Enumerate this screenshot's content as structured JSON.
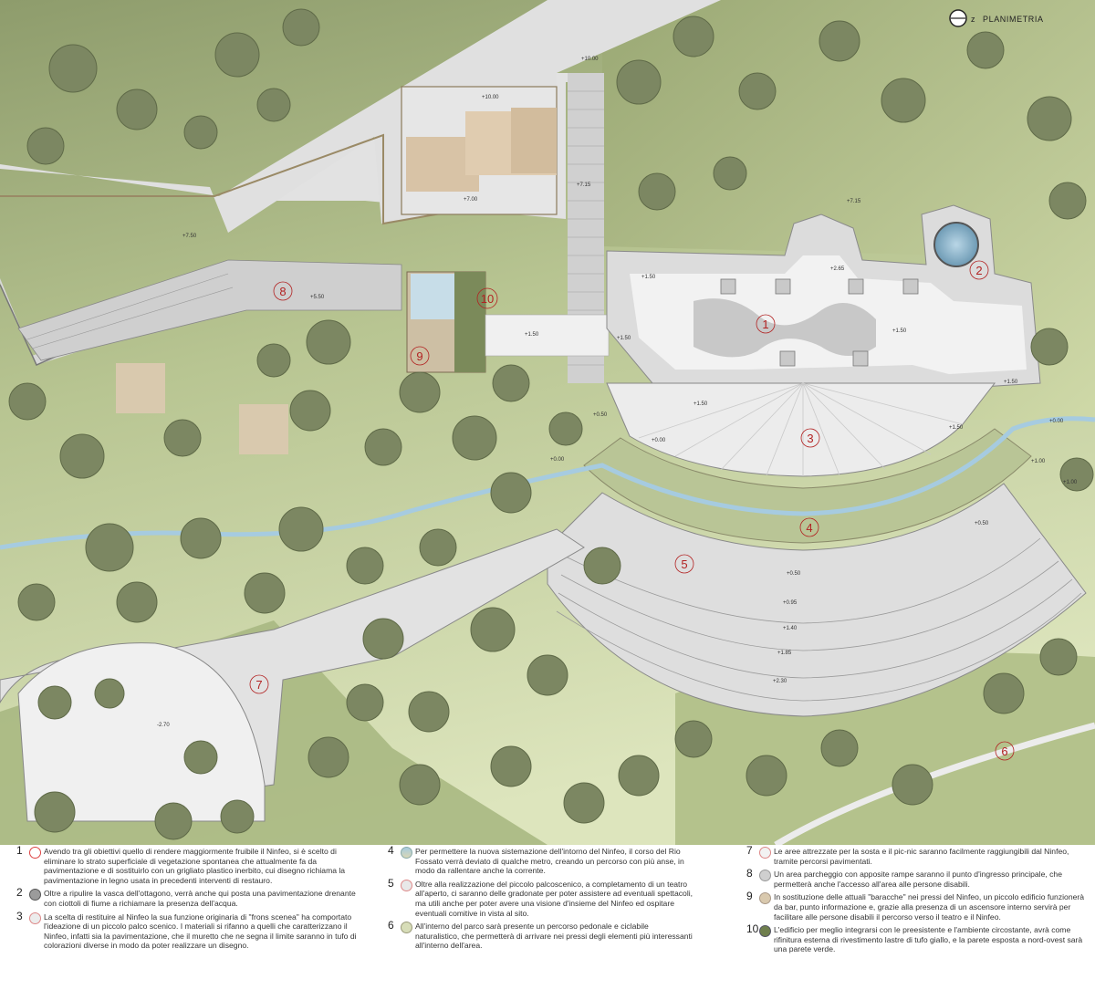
{
  "header": {
    "title": "PLANIMETRIA",
    "compass_letter": "z"
  },
  "colors": {
    "grass_dark": "#8a9a68",
    "grass_light": "#dfe6c0",
    "tree": "#7e8a63",
    "paving": "#e4e4e4",
    "stream": "#a6cbe0",
    "accent_red": "#b22222"
  },
  "levels": [
    {
      "id": "l1",
      "text": "+10.00"
    },
    {
      "id": "l2",
      "text": "+10.00"
    },
    {
      "id": "l3",
      "text": "+7.00"
    },
    {
      "id": "l4",
      "text": "+7.15"
    },
    {
      "id": "l5",
      "text": "+7.15"
    },
    {
      "id": "l6",
      "text": "+7.50"
    },
    {
      "id": "l7",
      "text": "+5.50"
    },
    {
      "id": "l8",
      "text": "+1.50"
    },
    {
      "id": "l9",
      "text": "+2.65"
    },
    {
      "id": "l10",
      "text": "+1.50"
    },
    {
      "id": "l11",
      "text": "+1.50"
    },
    {
      "id": "l12",
      "text": "+1.50"
    },
    {
      "id": "l13",
      "text": "+1.50"
    },
    {
      "id": "l14",
      "text": "+1.50"
    },
    {
      "id": "l15",
      "text": "+0.50"
    },
    {
      "id": "l16",
      "text": "+0.00"
    },
    {
      "id": "l17",
      "text": "+0.00"
    },
    {
      "id": "l18",
      "text": "+1.50"
    },
    {
      "id": "l19",
      "text": "+0.00"
    },
    {
      "id": "l20",
      "text": "+1.00"
    },
    {
      "id": "l21",
      "text": "+1.00"
    },
    {
      "id": "l22",
      "text": "+0.50"
    },
    {
      "id": "l23",
      "text": "+0.50"
    },
    {
      "id": "l24",
      "text": "+0.95"
    },
    {
      "id": "l25",
      "text": "+1.40"
    },
    {
      "id": "l26",
      "text": "+1.85"
    },
    {
      "id": "l27",
      "text": "+2.30"
    },
    {
      "id": "l28",
      "text": "-2.70"
    }
  ],
  "markers": [
    "1",
    "2",
    "3",
    "4",
    "5",
    "6",
    "7",
    "8",
    "9",
    "10"
  ],
  "legend": [
    {
      "num": "1",
      "text": "Avendo tra gli obiettivi quello di rendere maggiormente fruibile il Ninfeo, si è scelto di eliminare lo strato superficiale di vegetazione spontanea che attualmente fa da pavimentazione e di sostituirlo con un grigliato plastico inerbito, cui disegno richiama la pavimentazione in legno usata in precedenti interventi di restauro."
    },
    {
      "num": "2",
      "text": "Oltre a ripulire la vasca dell'ottagono, verrà anche qui posta una pavimentazione drenante con ciottoli di fiume a richiamare la presenza dell'acqua."
    },
    {
      "num": "3",
      "text": "La scelta di restituire al Ninfeo la sua funzione originaria di \"frons scenea\" ha comportato l'ideazione di un piccolo palco scenico. I materiali si rifanno a quelli che caratterizzano il Ninfeo, infatti sia la pavimentazione, che il muretto che ne segna il limite saranno in tufo di colorazioni diverse in modo da poter realizzare un disegno."
    },
    {
      "num": "4",
      "text": "Per permettere la nuova sistemazione dell'intorno del Ninfeo, il corso del Rio Fossato verrà deviato di qualche metro, creando un percorso con più anse, in modo da rallentare anche la corrente."
    },
    {
      "num": "5",
      "text": "Oltre alla realizzazione del piccolo palcoscenico, a completamento di un teatro all'aperto, ci saranno delle gradonate per poter assistere ad eventuali spettacoli, ma utili anche per poter avere una visione d'insieme del Ninfeo ed ospitare eventuali comitive in vista al sito."
    },
    {
      "num": "6",
      "text": "All'interno del parco sarà presente un percorso pedonale e ciclabile naturalistico, che permetterà di arrivare nei pressi degli elementi più interessanti all'interno dell'area."
    },
    {
      "num": "7",
      "text": "Le aree attrezzate per la sosta e il pic-nic saranno facilmente raggiungibili dal Ninfeo, tramite percorsi pavimentati."
    },
    {
      "num": "8",
      "text": "Un area parcheggio con apposite rampe saranno il punto d'ingresso principale, che permetterà anche l'accesso all'area alle persone disabili."
    },
    {
      "num": "9",
      "text": "In sostituzione delle attuali \"baracche\" nei pressi del Ninfeo, un piccolo edificio funzionerà da bar, punto informazione e, grazie alla presenza di un ascensore interno servirà per facilitare alle persone disabili il percorso verso il teatro e il Ninfeo."
    },
    {
      "num": "10",
      "text": "L'edificio per meglio integrarsi con le preesistente e l'ambiente circostante, avrà come rifinitura esterna di rivestimento lastre di tufo giallo, e la parete esposta a nord-ovest sarà una parete verde."
    }
  ]
}
